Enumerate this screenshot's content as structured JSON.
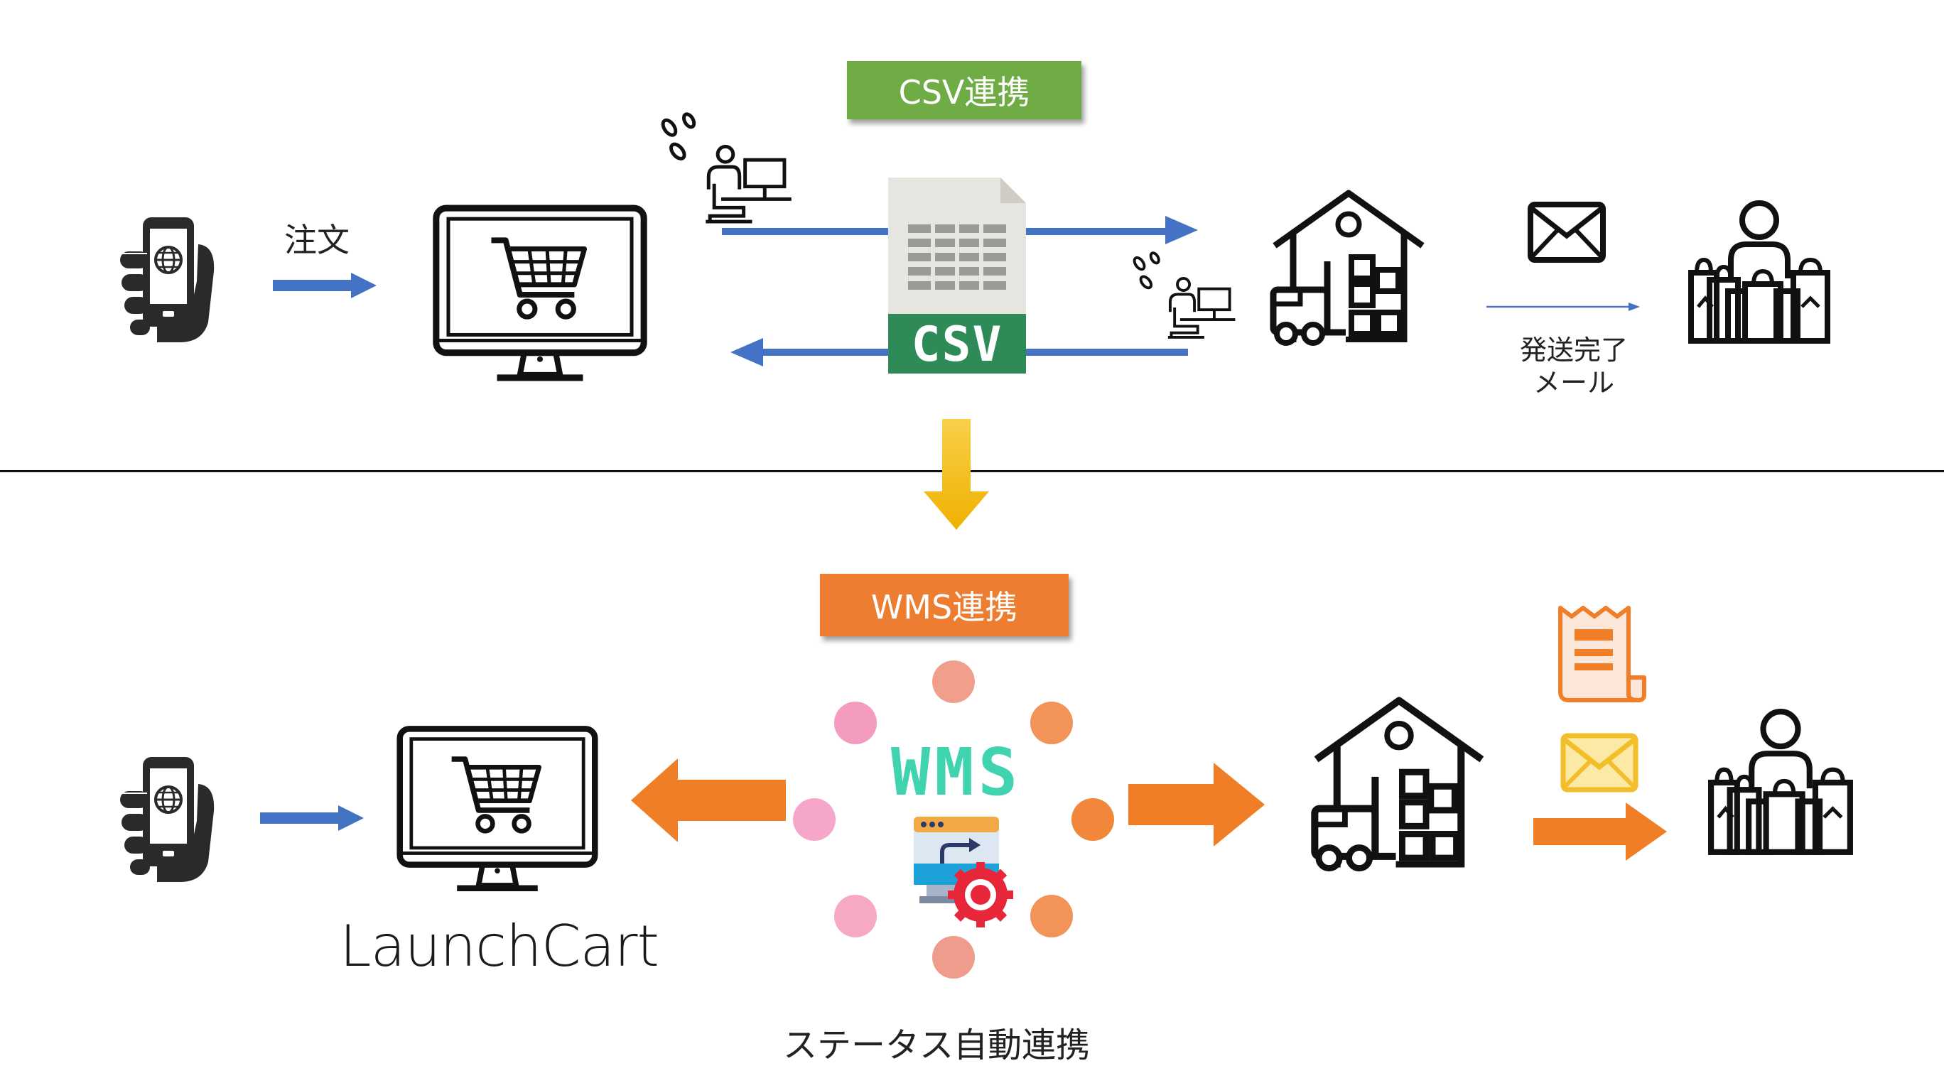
{
  "top_section": {
    "label": "CSV連携",
    "order_label": "注文",
    "csv_file_label": "CSV",
    "mail_label_line1": "発送完了",
    "mail_label_line2": "メール"
  },
  "bottom_section": {
    "label": "WMS連携",
    "wms_logo_text": "WMS",
    "cart_brand": "LaunchCart",
    "status_label": "ステータス自動連携"
  },
  "colors": {
    "csv_label_green": "#6FAC46",
    "wms_label_orange": "#ED7D31",
    "blue_arrow": "#4472C4",
    "orange_arrow": "#F07E26",
    "yellow_arrow": "#F5B800",
    "csv_green": "#2E8B57",
    "wms_teal": "#3FD3B0"
  },
  "icons": [
    "smartphone-globe-icon",
    "cart-monitor-icon",
    "operator-desk-icon",
    "csv-file-icon",
    "warehouse-icon",
    "mail-icon",
    "shopper-icon",
    "receipt-icon",
    "gear-icon"
  ]
}
